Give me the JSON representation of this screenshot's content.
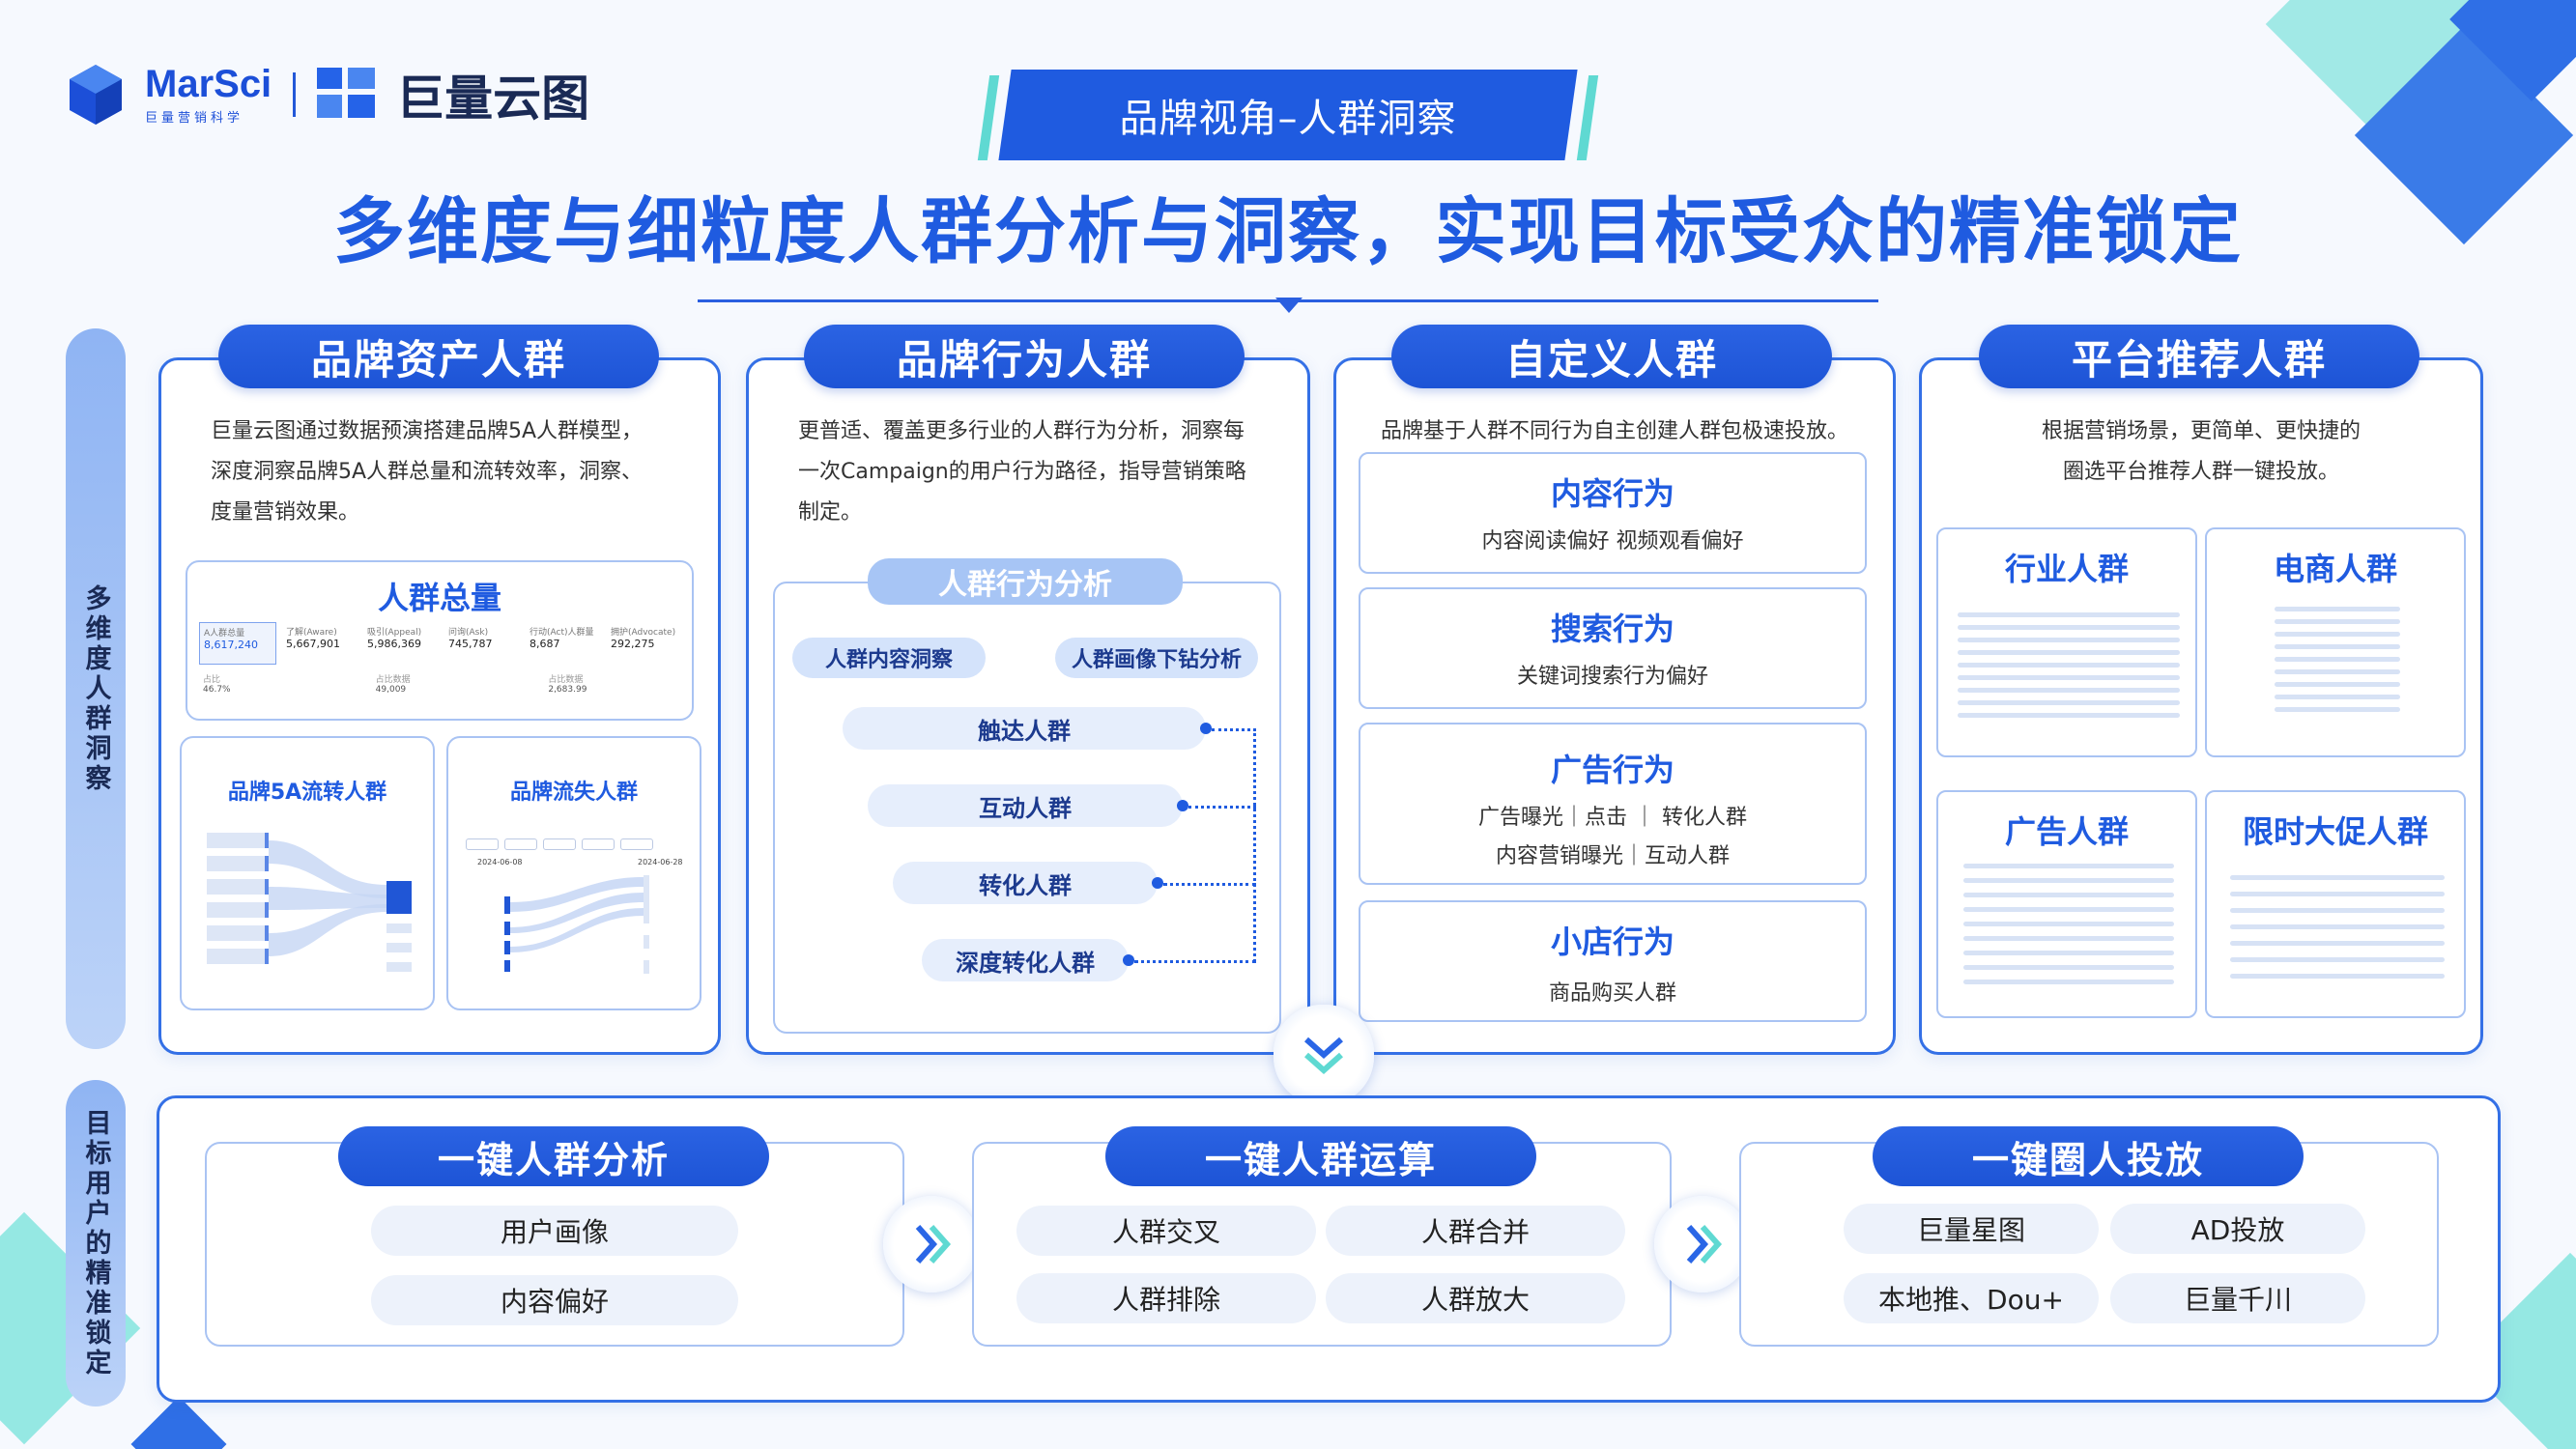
{
  "header": {
    "marsci_name": "MarSci",
    "marsci_sub": "巨量营销科学",
    "juliang_name": "巨量云图",
    "section_tag": "品牌视角–人群洞察",
    "headline": "多维度与细粒度人群分析与洞察，实现目标受众的精准锁定"
  },
  "side_labels": {
    "top": "多维度人群洞察",
    "bottom": "目标用户的精准锁定"
  },
  "card1": {
    "title": "品牌资产人群",
    "desc": [
      "巨量云图通过数据预演搭建品牌5A人群模型，",
      "深度洞察品牌5A人群总量和流转效率，洞察、",
      "度量营销效果。"
    ],
    "total_title": "人群总量",
    "stats": [
      {
        "label": "A人群总量",
        "value": "8,617,240"
      },
      {
        "label": "了解(Aware)",
        "value": "5,667,901"
      },
      {
        "label": "吸引(Appeal)",
        "value": "5,986,369"
      },
      {
        "label": "问询(Ask)",
        "value": "745,787"
      },
      {
        "label": "行动(Act)人群量",
        "value": "8,687"
      },
      {
        "label": "拥护(Advocate)",
        "value": "292,275"
      }
    ],
    "stats_sub": [
      {
        "label": "占比",
        "value": "46.7%"
      },
      {
        "label": "占比数据",
        "value": "49,009"
      },
      {
        "label": "占比数据",
        "value": "2,683.99"
      }
    ],
    "flow_title": "品牌5A流转人群",
    "loss_title": "品牌流失人群",
    "loss_dates": [
      "2024-06-08",
      "2024-06-28"
    ]
  },
  "card2": {
    "title": "品牌行为人群",
    "desc": [
      "更普适、覆盖更多行业的人群行为分析，洞察每",
      "一次Campaign的用户行为路径，指导营销策略",
      "制定。"
    ],
    "analysis_title": "人群行为分析",
    "tag_left": "人群内容洞察",
    "tag_right": "人群画像下钻分析",
    "steps": [
      "触达人群",
      "互动人群",
      "转化人群",
      "深度转化人群"
    ]
  },
  "card3": {
    "title": "自定义人群",
    "desc": "品牌基于人群不同行为自主创建人群包极速投放。",
    "behaviors": [
      {
        "title": "内容行为",
        "lines": [
          "内容阅读偏好  视频观看偏好"
        ]
      },
      {
        "title": "搜索行为",
        "lines": [
          "关键词搜索行为偏好"
        ]
      },
      {
        "title": "广告行为",
        "lines": [
          "广告曝光｜点击 ｜ 转化人群",
          "内容营销曝光｜互动人群"
        ]
      },
      {
        "title": "小店行为",
        "lines": [
          "商品购买人群"
        ]
      }
    ]
  },
  "card4": {
    "title": "平台推荐人群",
    "desc": [
      "根据营销场景，更简单、更快捷的",
      "圈选平台推荐人群一键投放。"
    ],
    "boxes": [
      "行业人群",
      "电商人群",
      "广告人群",
      "限时大促人群"
    ]
  },
  "bottom": {
    "sections": [
      {
        "title": "一键人群分析",
        "items": [
          "用户画像",
          "内容偏好"
        ]
      },
      {
        "title": "一键人群运算",
        "items": [
          "人群交叉",
          "人群合并",
          "人群排除",
          "人群放大"
        ]
      },
      {
        "title": "一键圈人投放",
        "items": [
          "巨量星图",
          "AD投放",
          "本地推、Dou+",
          "巨量千川"
        ]
      }
    ]
  },
  "colors": {
    "primary": "#1f5be0",
    "accent_teal": "#5fd9d2",
    "card_border": "#3470e6",
    "pill_bg": "#e6eefc"
  }
}
